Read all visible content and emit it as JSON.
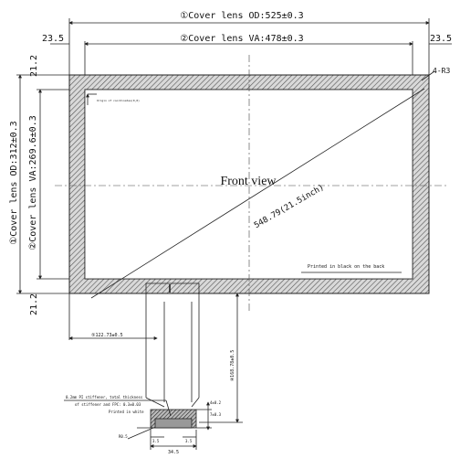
{
  "drawing": {
    "od_width_label": "①Cover lens OD:525±0.3",
    "va_width_label": "②Cover lens VA:478±0.3",
    "left_margin_label": "23.5",
    "right_margin_label": "23.5",
    "od_height_label": "①Cover lens OD:312±0.3",
    "va_height_label": "②Cover lens VA:269.6±0.3",
    "top_margin_label": "21.2",
    "bottom_margin_label": "21.2",
    "corner_radius_label": "4-R3",
    "front_view_label": "Front view",
    "diagonal_label": "548.79(21.5inch)",
    "print_note": "Printed in black on the back",
    "origin_note": "Origin of coordinates(0,0)",
    "fpc_offset_label": "⑤122.73±0.5",
    "fpc_length_label": "④168.78±0.5",
    "stiffener_note_1": "0.2mm PI stiffener, total thickness",
    "stiffener_note_2": "of stiffener and FPC: 0.3±0.03",
    "stiffener_note_3": "Printed in white",
    "fpc_dim_1": "4±0.2",
    "fpc_dim_2": "7±0.3",
    "fpc_dim_3": "3.5",
    "fpc_dim_4": "3.5",
    "fpc_width_label": "34.5",
    "pin_label": "R0.5"
  }
}
